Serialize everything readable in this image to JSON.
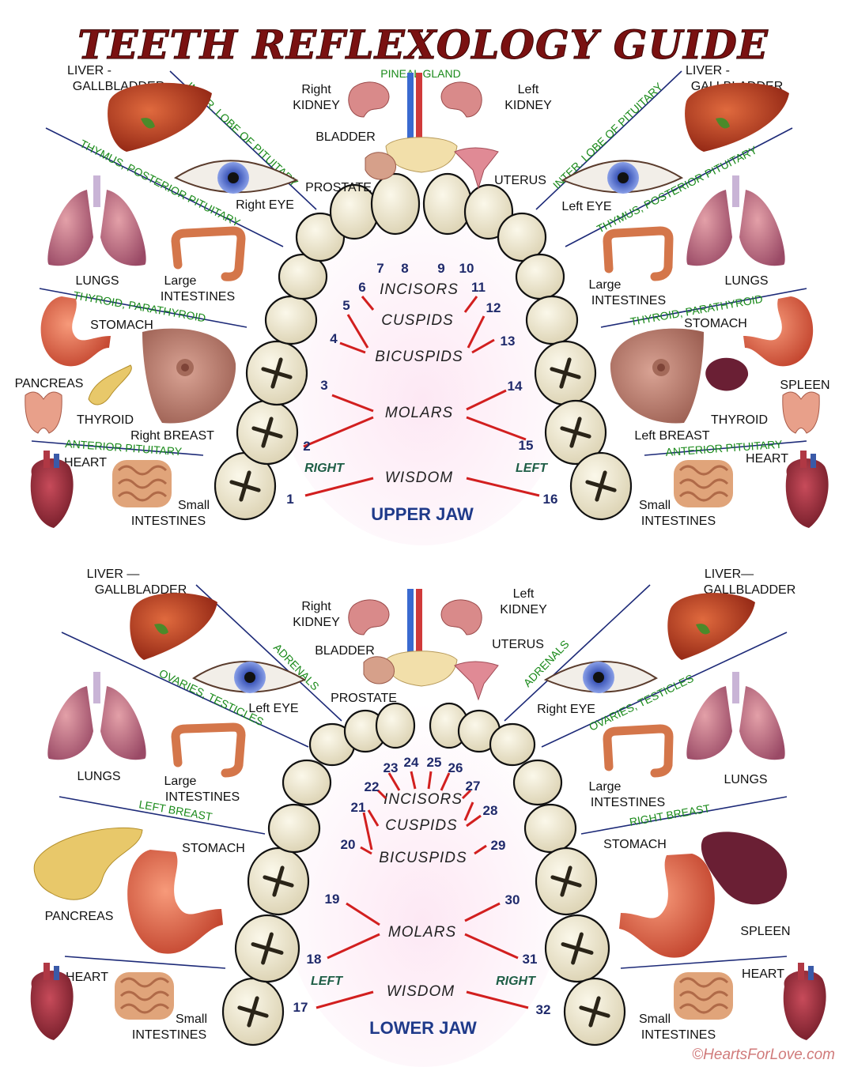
{
  "title": "TEETH REFLEXOLOGY GUIDE",
  "copyright": "©HeartsForLove.com",
  "colors": {
    "line_red": "#d21f1f",
    "line_blue": "#1d2a78",
    "green_text": "#1a8a1a",
    "number": "#1f2a6b",
    "title": "#7a1111"
  },
  "upper": {
    "jaw_label": "UPPER JAW",
    "right_label": "RIGHT",
    "left_label": "LEFT",
    "tooth_types": {
      "incisors": "INCISORS",
      "cuspids": "CUSPIDS",
      "bicuspids": "BICUSPIDS",
      "molars": "MOLARS",
      "wisdom": "WISDOM"
    },
    "numbers": [
      "1",
      "2",
      "3",
      "4",
      "5",
      "6",
      "7",
      "8",
      "9",
      "10",
      "11",
      "12",
      "13",
      "14",
      "15",
      "16"
    ],
    "center": {
      "pineal": "PINEAL GLAND",
      "right_kidney": [
        "Right",
        "KIDNEY"
      ],
      "left_kidney": [
        "Left",
        "KIDNEY"
      ],
      "bladder": "BLADDER",
      "prostate": "PROSTATE",
      "uterus": "UTERUS"
    },
    "left_side": {
      "liver": [
        "LIVER -",
        "GALLBLADDER"
      ],
      "eye": "Right EYE",
      "lungs": "LUNGS",
      "large_int": [
        "Large",
        "INTESTINES"
      ],
      "stomach": "STOMACH",
      "pancreas": "PANCREAS",
      "thyroid": "THYROID",
      "breast": "Right BREAST",
      "heart": "HEART",
      "small_int": [
        "Small",
        "INTESTINES"
      ]
    },
    "right_side": {
      "liver": [
        "LIVER -",
        "GALLBLADDER"
      ],
      "eye": "Left EYE",
      "lungs": "LUNGS",
      "large_int": [
        "Large",
        "INTESTINES"
      ],
      "stomach": "STOMACH",
      "spleen": "SPLEEN",
      "thyroid": "THYROID",
      "breast": "Left BREAST",
      "heart": "HEART",
      "small_int": [
        "Small",
        "INTESTINES"
      ]
    },
    "glands": {
      "inter_lobe": "INTER. LOBE OF PITUITARY",
      "thymus": "THYMUS,  POSTERIOR PITUITARY",
      "thyroid_para": "THYROID,  PARATHYROID",
      "anterior": "ANTERIOR PITUITARY"
    }
  },
  "lower": {
    "jaw_label": "LOWER JAW",
    "right_label": "RIGHT",
    "left_label": "LEFT",
    "tooth_types": {
      "incisors": "INCISORS",
      "cuspids": "CUSPIDS",
      "bicuspids": "BICUSPIDS",
      "molars": "MOLARS",
      "wisdom": "WISDOM"
    },
    "numbers": [
      "17",
      "18",
      "19",
      "20",
      "21",
      "22",
      "23",
      "24",
      "25",
      "26",
      "27",
      "28",
      "29",
      "30",
      "31",
      "32"
    ],
    "center": {
      "right_kidney": [
        "Right",
        "KIDNEY"
      ],
      "left_kidney": [
        "Left",
        "KIDNEY"
      ],
      "bladder": "BLADDER",
      "prostate": "PROSTATE",
      "uterus": "UTERUS"
    },
    "left_side": {
      "liver": [
        "LIVER —",
        "GALLBLADDER"
      ],
      "eye": "Left EYE",
      "lungs": "LUNGS",
      "large_int": [
        "Large",
        "INTESTINES"
      ],
      "stomach": "STOMACH",
      "pancreas": "PANCREAS",
      "heart": "HEART",
      "small_int": [
        "Small",
        "INTESTINES"
      ]
    },
    "right_side": {
      "liver": [
        "LIVER—",
        "GALLBLADDER"
      ],
      "eye": "Right EYE",
      "lungs": "LUNGS",
      "large_int": [
        "Large",
        "INTESTINES"
      ],
      "stomach": "STOMACH",
      "spleen": "SPLEEN",
      "heart": "HEART",
      "small_int": [
        "Small",
        "INTESTINES"
      ]
    },
    "glands": {
      "adrenals": "ADRENALS",
      "ovaries": "OVARIES,  TESTICLES",
      "left_breast": "LEFT    BREAST",
      "right_breast": "RIGHT    BREAST"
    }
  }
}
